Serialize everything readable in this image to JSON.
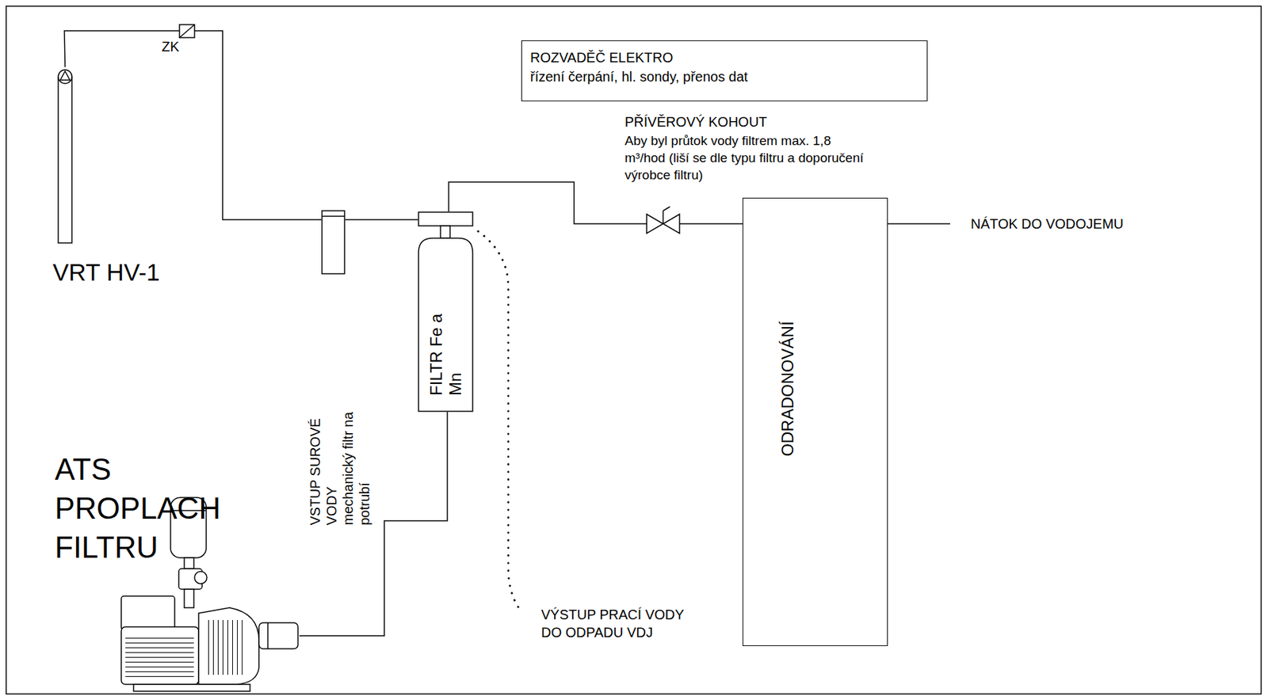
{
  "diagram": {
    "nodes": [
      {
        "text": [
          "ROZVADĚČ ELEKTRO",
          "řízení čerpání, hl. sondy, přenos dat"
        ]
      },
      {
        "text": [
          "VRT HV-1"
        ]
      },
      {
        "text": [
          "VSTUP SUROVÉ VODY",
          "mechanický filtr na potrubí"
        ]
      },
      {
        "text": [
          "FILTR Fe a Mn"
        ]
      },
      {
        "text": [
          "ODRADONOVÁNÍ"
        ]
      },
      {
        "text": [
          "ATS PROPLACH FILTRU"
        ]
      }
    ],
    "edges": [
      {
        "from": 1,
        "to": 2,
        "arrow": "none"
      },
      {
        "from": 2,
        "to": 3,
        "arrow": "none"
      },
      {
        "from": 3,
        "to": 4,
        "arrow": "none"
      },
      {
        "from": 5,
        "to": 3,
        "arrow": "none"
      }
    ],
    "labels": [
      "ZK",
      "PŘÍVĚROVÝ KOHOUT",
      "Aby byl průtok vody filtrem max. 1,8 m³/hod (liší se dle typu filtru a doporučení výrobce filtru)",
      "VÝSTUP PRACÍ VODY DO ODPADU VDJ",
      "NÁTOK DO VODOJEMU"
    ]
  }
}
